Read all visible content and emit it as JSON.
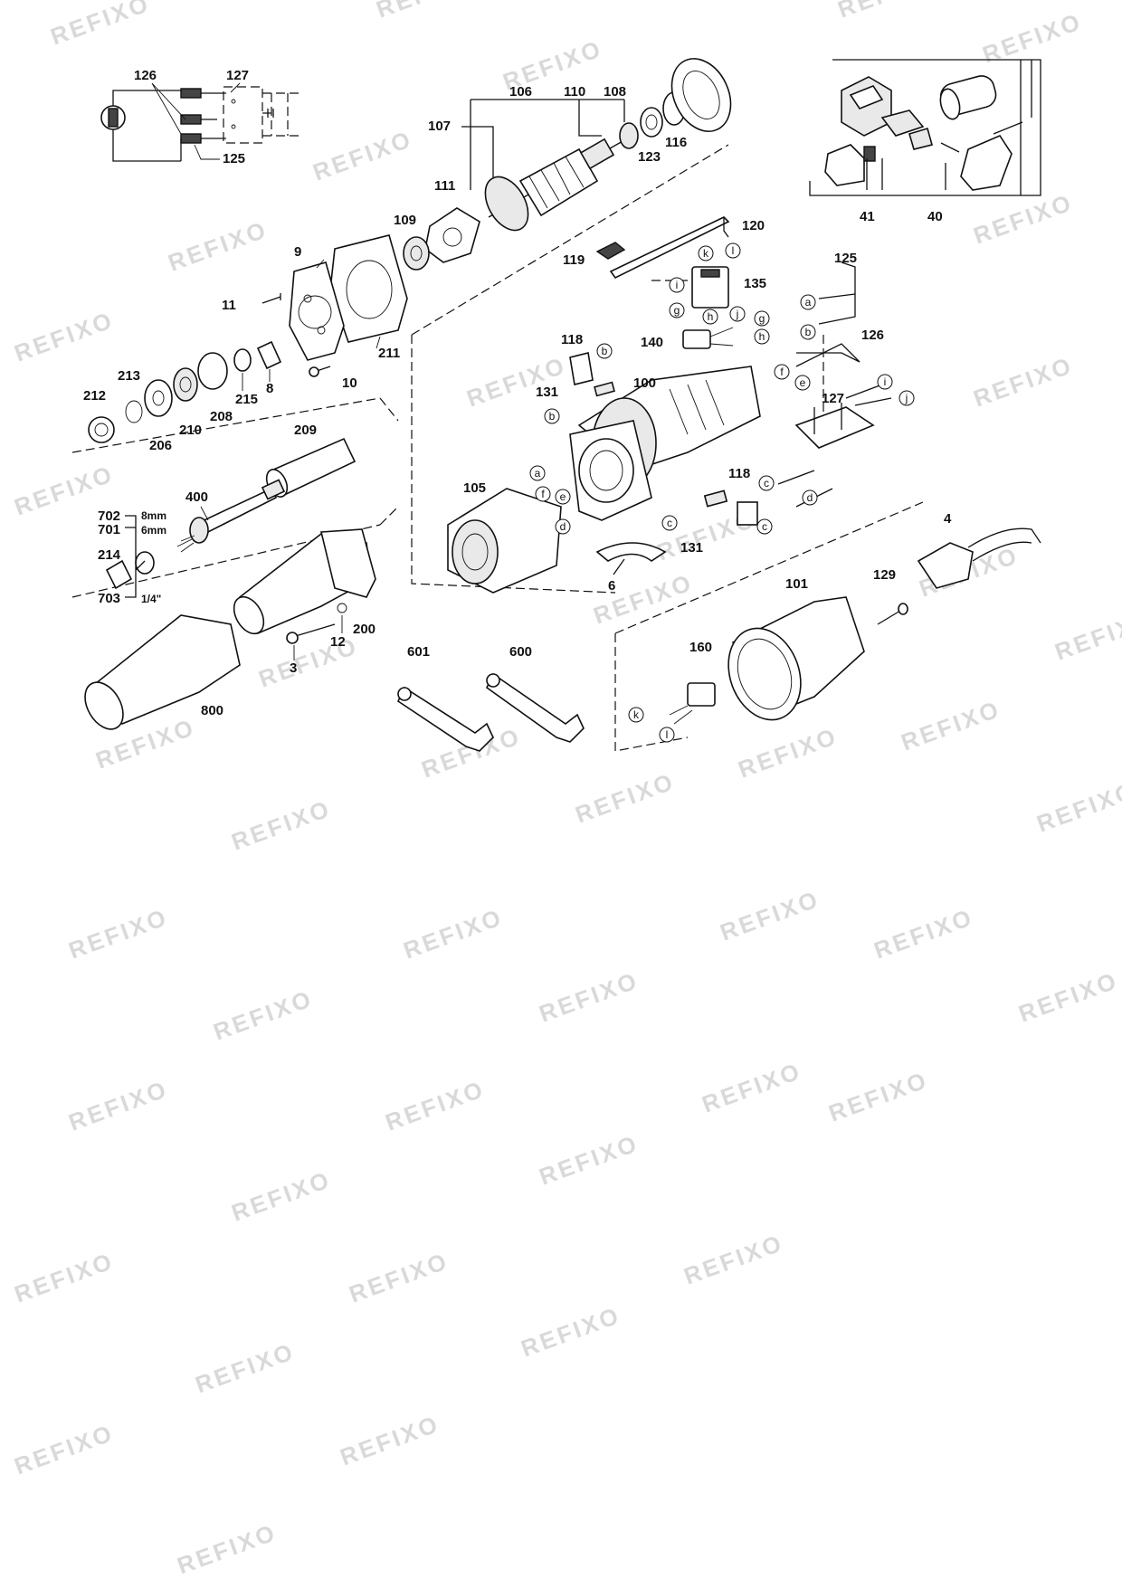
{
  "watermark": "REFIXO",
  "labels": {
    "l126a": "126",
    "l127a": "127",
    "l125a": "125",
    "l106": "106",
    "l110": "110",
    "l108": "108",
    "l107": "107",
    "l116": "116",
    "l123": "123",
    "l111": "111",
    "l109": "109",
    "l9": "9",
    "l11": "11",
    "l211": "211",
    "l10": "10",
    "l8": "8",
    "l215": "215",
    "l208": "208",
    "l210": "210",
    "l206": "206",
    "l213": "213",
    "l212": "212",
    "l209": "209",
    "l400": "400",
    "l702": "702",
    "l701": "701",
    "l214": "214",
    "l703": "703",
    "l200": "200",
    "l12": "12",
    "l3": "3",
    "l800": "800",
    "l120": "120",
    "l119": "119",
    "l135": "135",
    "l118a": "118",
    "l140": "140",
    "l131a": "131",
    "l100": "100",
    "l105": "105",
    "l118b": "118",
    "l131b": "131",
    "l6": "6",
    "l125b": "125",
    "l126b": "126",
    "l127b": "127",
    "l41": "41",
    "l40": "40",
    "l4": "4",
    "l101": "101",
    "l129": "129",
    "l160": "160",
    "l601": "601",
    "l600": "600"
  },
  "sizes": {
    "s8mm": "8mm",
    "s6mm": "6mm",
    "s14in": "1/4\""
  },
  "wire_letters": {
    "k1": "k",
    "l1": "l",
    "i1": "i",
    "g1": "g",
    "h1": "h",
    "j1": "j",
    "g2": "g",
    "h2": "h",
    "b1": "b",
    "b2": "b",
    "a1": "a",
    "f1": "f",
    "e1": "e",
    "d1": "d",
    "c1": "c",
    "c2": "c",
    "a2": "a",
    "b3": "b",
    "f2": "f",
    "e2": "e",
    "i2": "i",
    "j2": "j",
    "c3": "c",
    "d2": "d",
    "k2": "k",
    "l2": "l"
  }
}
